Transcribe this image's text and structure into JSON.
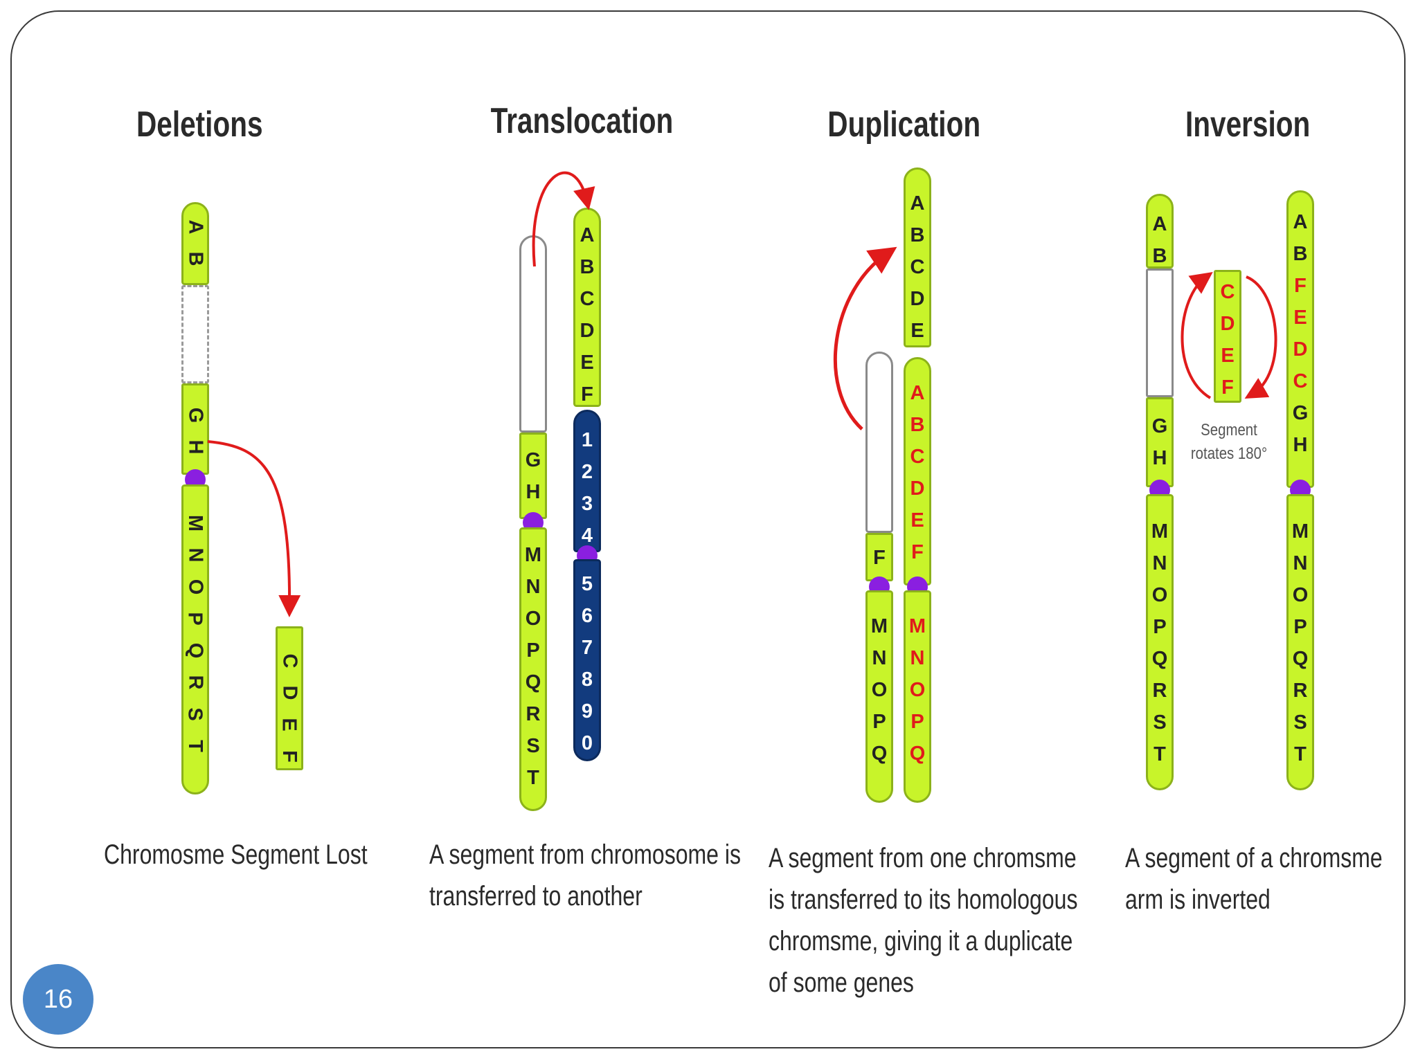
{
  "panels": {
    "deletions": {
      "title": "Deletions",
      "caption": [
        "Chromosme Segment Lost"
      ],
      "chrom_top": [
        "A",
        "B"
      ],
      "chrom_mid": [
        "G",
        "H"
      ],
      "chrom_bot": [
        "M",
        "N",
        "O",
        "P",
        "Q",
        "R",
        "S",
        "T"
      ],
      "lost_segment": [
        "C",
        "D",
        "E",
        "F"
      ]
    },
    "translocation": {
      "title": "Translocation",
      "caption": [
        "A segment from chromosome is",
        "transferred to another"
      ],
      "left_mid": [
        "G",
        "H"
      ],
      "left_bot": [
        "M",
        "N",
        "O",
        "P",
        "Q",
        "R",
        "S",
        "T"
      ],
      "right_top": [
        "A",
        "B",
        "C",
        "D",
        "E",
        "F"
      ],
      "right_blue_top": [
        "1",
        "2",
        "3",
        "4"
      ],
      "right_blue_bot": [
        "5",
        "6",
        "7",
        "8",
        "9",
        "0"
      ]
    },
    "duplication": {
      "title": "Duplication",
      "caption": [
        "A segment from one chromsme",
        "is transferred to its homologous",
        "chromsme, giving it a duplicate",
        "of some  genes"
      ],
      "moved_segment": [
        "A",
        "B",
        "C",
        "D",
        "E"
      ],
      "left_mid": [
        "F"
      ],
      "left_bot": [
        "M",
        "N",
        "O",
        "P",
        "Q"
      ],
      "right_top": [
        "A",
        "B",
        "C",
        "D",
        "E",
        "F"
      ],
      "right_bot": [
        "M",
        "N",
        "O",
        "P",
        "Q"
      ]
    },
    "inversion": {
      "title": "Inversion",
      "caption": [
        "A segment of a chromsme",
        "arm is inverted"
      ],
      "note": [
        "Segment",
        "rotates 180°"
      ],
      "left_top": [
        "A",
        "B"
      ],
      "left_mid": [
        "G",
        "H"
      ],
      "left_bot": [
        "M",
        "N",
        "O",
        "P",
        "Q",
        "R",
        "S",
        "T"
      ],
      "rotating_segment": [
        "C",
        "D",
        "E",
        "F"
      ],
      "right_top": [
        "A",
        "B",
        "F",
        "E",
        "D",
        "C",
        "G",
        "H"
      ],
      "right_bot": [
        "M",
        "N",
        "O",
        "P",
        "Q",
        "R",
        "S",
        "T"
      ]
    }
  },
  "page_number": "16",
  "colors": {
    "chromosome": "#c8f42a",
    "chromosome_blue": "#123b7e",
    "centromere": "#8a1fe0",
    "arrow": "#e01b1b",
    "badge": "#4a86c8"
  }
}
